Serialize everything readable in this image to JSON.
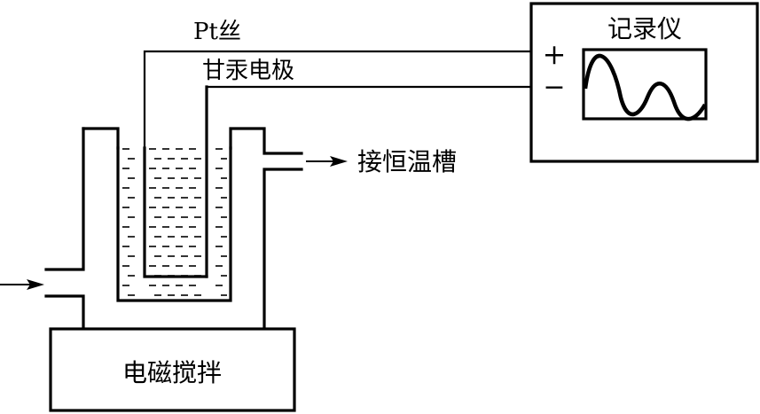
{
  "labels": {
    "pt_wire": "Pt丝",
    "calomel_electrode": "甘汞电极",
    "recorder": "记录仪",
    "plus": "+",
    "minus": "−",
    "thermostat": "接恒温槽",
    "stirrer": "电磁搅拌"
  }
}
